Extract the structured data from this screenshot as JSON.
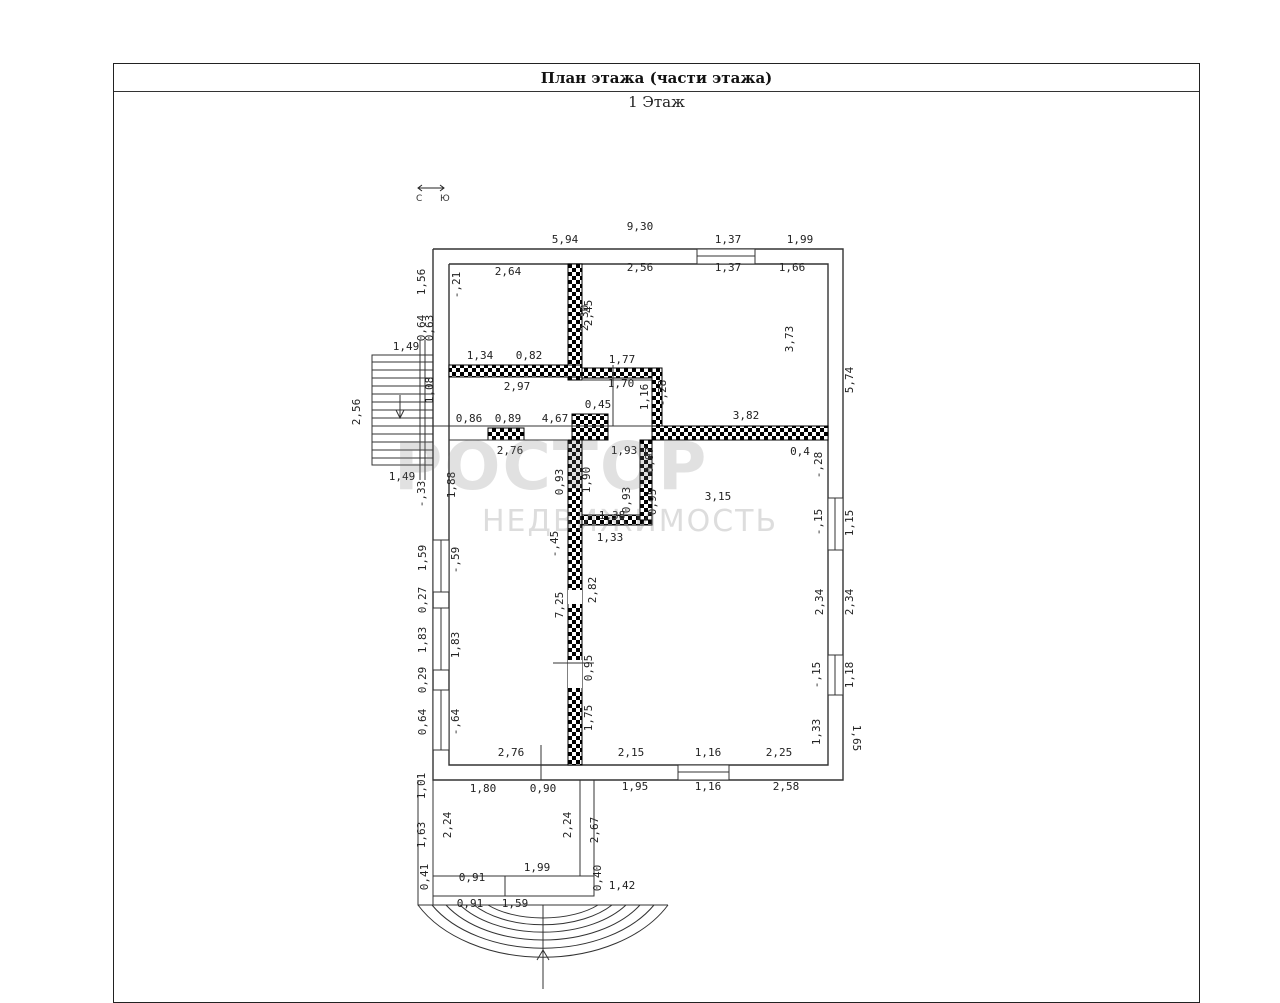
{
  "header": {
    "title": "План этажа (части этажа)",
    "floor": "1 Этаж"
  },
  "compass": {
    "west": "С",
    "east": "Ю"
  },
  "watermark": {
    "brand": "РОСТОР",
    "sub": "НЕДВИЖИМОСТЬ"
  },
  "dimensions": [
    "9,30",
    "5,94",
    "1,37",
    "1,99",
    "2,64",
    "2,56",
    "1,37",
    "1,66",
    "1,56",
    "0,63",
    "-,21",
    "2,30",
    "2,45",
    "0,64",
    "1,49",
    "1,34",
    "0,82",
    "1,77",
    "1,70",
    "3,73",
    "5,74",
    "2,97",
    "1,16",
    "-,28",
    "2,56",
    "1,08",
    "0,86",
    "0,89",
    "4,67",
    "0,45",
    "3,82",
    "2,76",
    "1,93",
    "0,97",
    "0,4",
    "-,28",
    "1,49",
    "-,33",
    "1,88",
    "0,93",
    "1,90",
    "0,93",
    "0,95",
    "3,15",
    "1,38",
    "-,15",
    "1,15",
    "-,45",
    "1,33",
    "1,59",
    "-,59",
    "0,27",
    "7,25",
    "2,82",
    "1,83",
    "1,83",
    "2,34",
    "2,34",
    "0,29",
    "0,95",
    "-,15",
    "1,18",
    "0,64",
    "-,64",
    "1,75",
    "1,33",
    "1,65",
    "2,76",
    "2,15",
    "1,16",
    "2,25",
    "1,01",
    "1,80",
    "0,90",
    "1,95",
    "1,16",
    "2,58",
    "2,24",
    "2,24",
    "2,67",
    "1,63",
    "1,99",
    "0,41",
    "0,91",
    "0,40",
    "1,42",
    "0,91",
    "1,59"
  ]
}
